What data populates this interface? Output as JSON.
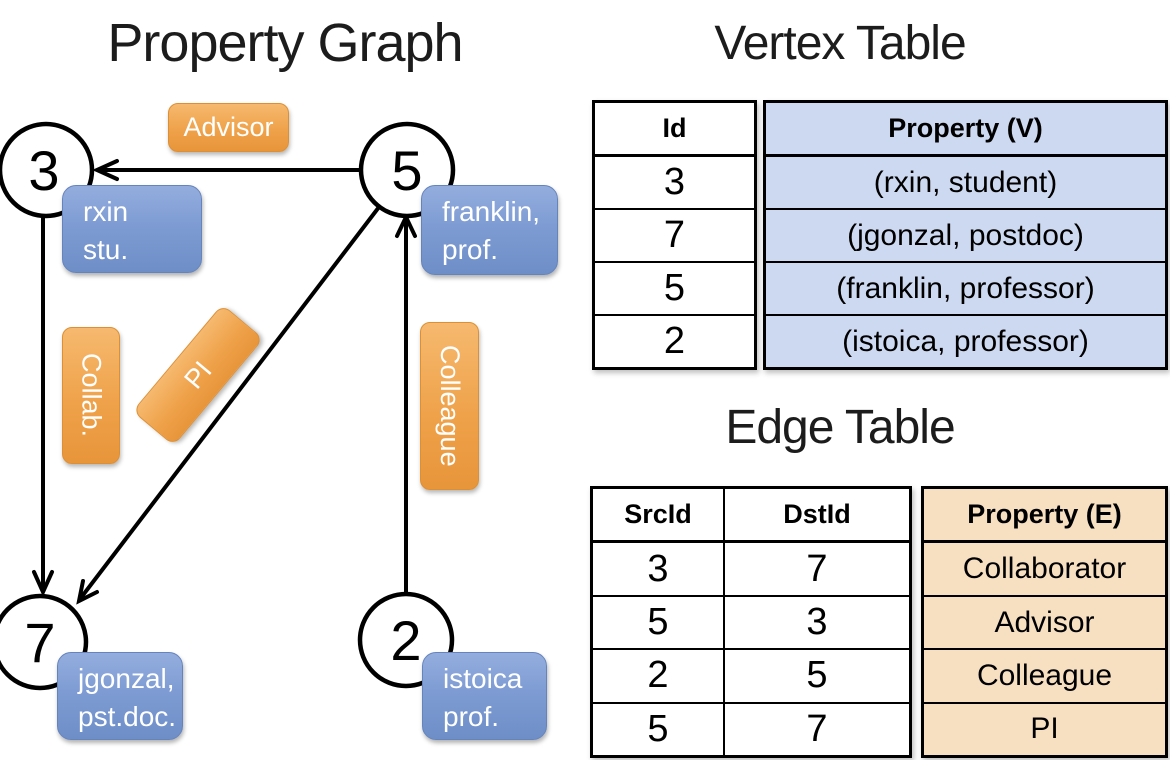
{
  "graph": {
    "title": "Property Graph",
    "nodes": [
      {
        "id": "3",
        "label1": "rxin",
        "label2": "stu."
      },
      {
        "id": "5",
        "label1": "franklin,",
        "label2": "prof."
      },
      {
        "id": "7",
        "label1": "jgonzal,",
        "label2": "pst.doc."
      },
      {
        "id": "2",
        "label1": "istoica",
        "label2": "prof."
      }
    ],
    "edges": [
      {
        "from": "5",
        "to": "3",
        "label": "Advisor"
      },
      {
        "from": "3",
        "to": "7",
        "label": "Collab."
      },
      {
        "from": "5",
        "to": "7",
        "label": "PI"
      },
      {
        "from": "2",
        "to": "5",
        "label": "Colleague"
      }
    ]
  },
  "vertex_table": {
    "title": "Vertex Table",
    "columns": [
      "Id",
      "Property (V)"
    ],
    "rows": [
      [
        "3",
        "(rxin, student)"
      ],
      [
        "7",
        "(jgonzal, postdoc)"
      ],
      [
        "5",
        "(franklin, professor)"
      ],
      [
        "2",
        "(istoica, professor)"
      ]
    ]
  },
  "edge_table": {
    "title": "Edge Table",
    "columns": [
      "SrcId",
      "DstId",
      "Property (E)"
    ],
    "rows": [
      [
        "3",
        "7",
        "Collaborator"
      ],
      [
        "5",
        "3",
        "Advisor"
      ],
      [
        "2",
        "5",
        "Colleague"
      ],
      [
        "5",
        "7",
        "PI"
      ]
    ]
  },
  "colors": {
    "edge_label_orange_top": "#F6B96F",
    "edge_label_orange_bottom": "#E8953B",
    "node_label_blue_top": "#94ADDE",
    "node_label_blue_bottom": "#6E8EC8",
    "vertex_property_cell": "#CDD9F0",
    "edge_property_cell": "#F7DFC2",
    "stroke": "#000000"
  }
}
